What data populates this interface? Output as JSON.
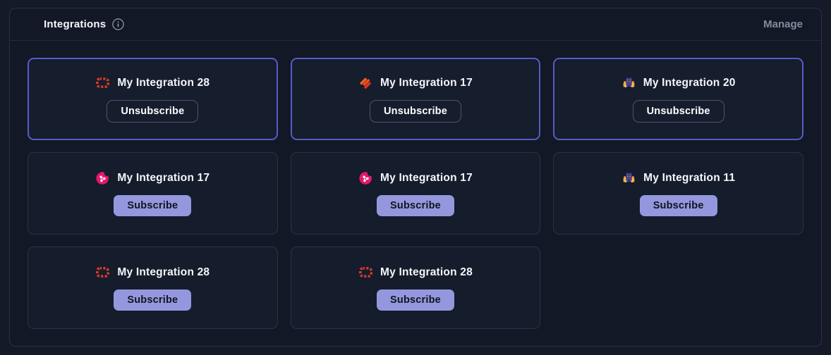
{
  "header": {
    "title": "Integrations",
    "info_icon": "info-icon",
    "manage_label": "Manage"
  },
  "buttons": {
    "subscribe_label": "Subscribe",
    "unsubscribe_label": "Unsubscribe"
  },
  "cards": [
    {
      "title": "My Integration 28",
      "icon": "red-sprocket",
      "action": "Unsubscribe",
      "subscribed": true
    },
    {
      "title": "My Integration 17",
      "icon": "orange-stripes",
      "action": "Unsubscribe",
      "subscribed": true
    },
    {
      "title": "My Integration 20",
      "icon": "purple-mascot",
      "action": "Unsubscribe",
      "subscribed": true
    },
    {
      "title": "My Integration 17",
      "icon": "pink-share",
      "action": "Subscribe",
      "subscribed": false
    },
    {
      "title": "My Integration 17",
      "icon": "pink-share",
      "action": "Subscribe",
      "subscribed": false
    },
    {
      "title": "My Integration 11",
      "icon": "purple-mascot",
      "action": "Subscribe",
      "subscribed": false
    },
    {
      "title": "My Integration 28",
      "icon": "red-sprocket",
      "action": "Subscribe",
      "subscribed": false
    },
    {
      "title": "My Integration 28",
      "icon": "red-sprocket",
      "action": "Subscribe",
      "subscribed": false
    }
  ],
  "colors": {
    "page_bg": "#141a27",
    "panel_bg": "#121826",
    "panel_border": "#2a3140",
    "card_bg": "#151c2b",
    "card_border": "#2b3444",
    "subscribed_border": "#555cc6",
    "subscribe_btn_bg": "#9597de",
    "subscribe_btn_text": "#10141f",
    "unsubscribe_btn_border": "#4c5568",
    "title_text": "#f5f7fa",
    "manage_text": "#848b9c",
    "icon_red": "#d63a2b",
    "icon_orange": "#ee4d1e",
    "icon_pink": "#e5186e",
    "icon_purple": "#4f46a3",
    "icon_gold": "#f5a833"
  }
}
